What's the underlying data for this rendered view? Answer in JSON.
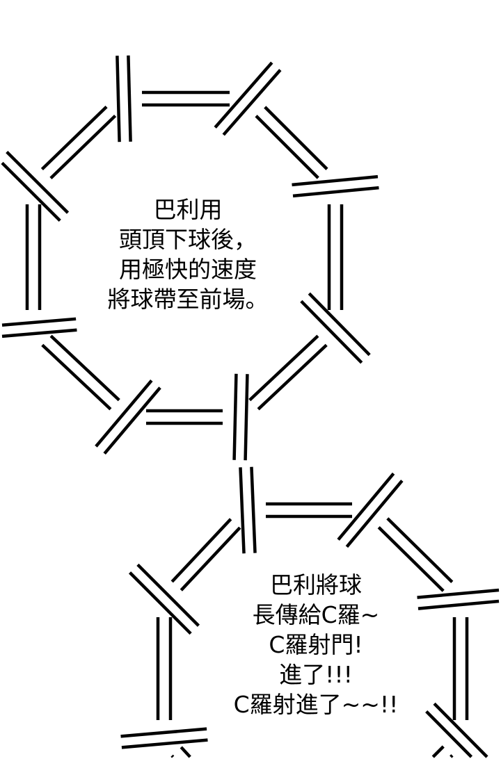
{
  "colors": {
    "background": "#ffffff",
    "ink": "#000000"
  },
  "bubbles": [
    {
      "shape": "octagon-double-line",
      "lines": [
        "巴利用",
        "頭頂下球後，",
        "用極快的速度",
        "將球帶至前場。"
      ]
    },
    {
      "shape": "octagon-double-line",
      "lines": [
        "巴利將球",
        "長傳給C羅~",
        "C羅射門!",
        "進了!!!",
        "C羅射進了~~!!"
      ]
    }
  ]
}
